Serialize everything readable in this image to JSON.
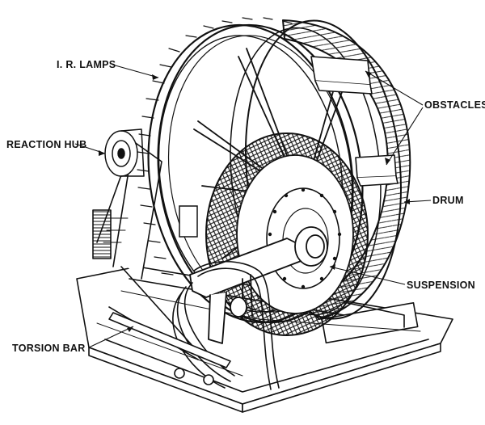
{
  "labels": {
    "ir_lamps": "I. R. LAMPS",
    "obstacles": "OBSTACLES",
    "reaction_hub": "REACTION HUB",
    "drum": "DRUM",
    "suspension": "SUSPENSION",
    "torsion_bar": "TORSION BAR"
  },
  "colors": {
    "ink": "#111111",
    "background": "#ffffff"
  }
}
